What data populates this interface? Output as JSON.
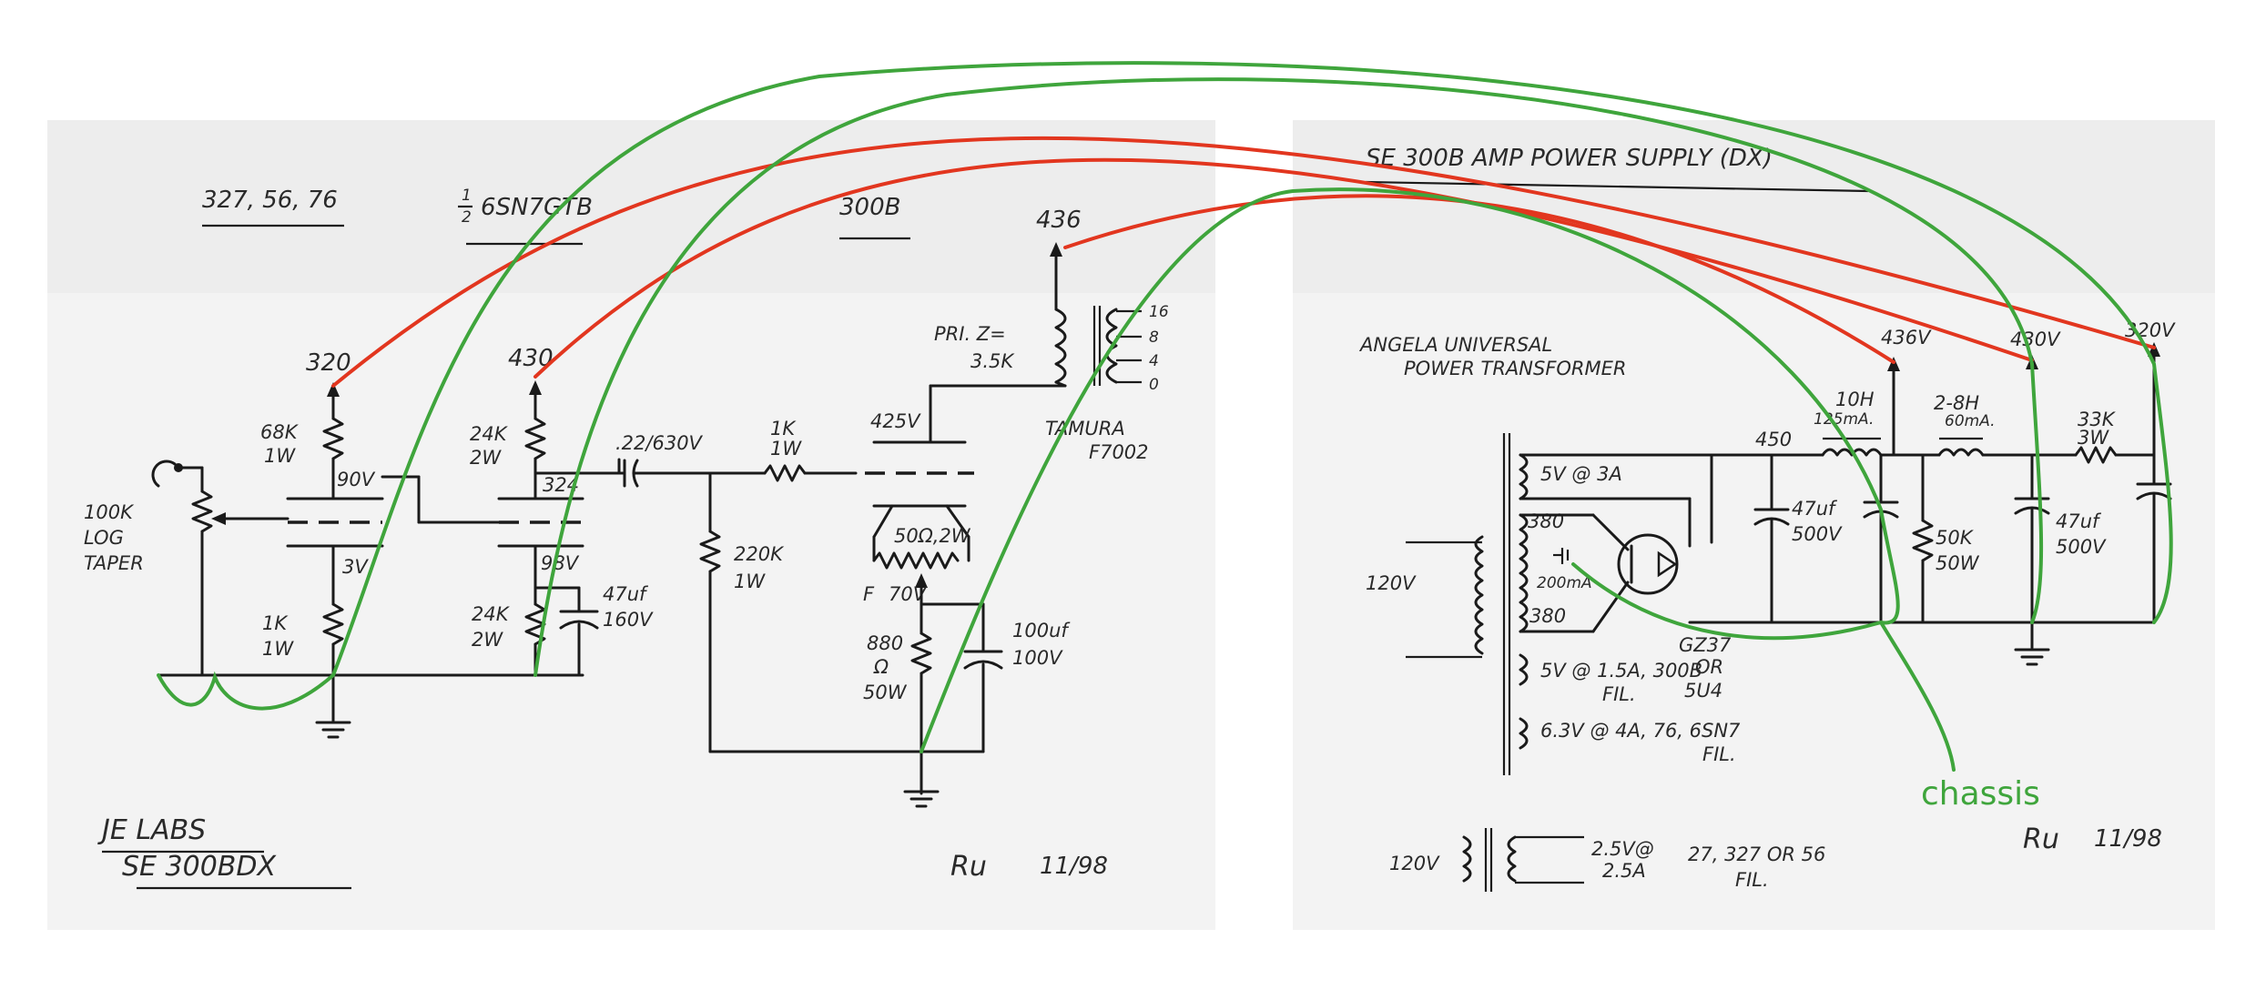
{
  "left_sheet": {
    "header_1": "327, 56, 76",
    "header_2_frac_num": "1",
    "header_2_frac_den": "2",
    "header_2": "6SN7GTB",
    "header_3": "300B",
    "node_320": "320",
    "node_430": "430",
    "node_436": "436",
    "r_68k": "68K",
    "r_68k_w": "1W",
    "v_90": "90V",
    "pot": "100K",
    "pot_2": "LOG",
    "pot_3": "TAPER",
    "v_3": "3V",
    "r_1k": "1K",
    "r_1k_w": "1W",
    "r_24k_a": "24K",
    "r_24k_a_w": "2W",
    "v_324": "324",
    "v_98": "98V",
    "r_24k_b": "24K",
    "r_24k_b_w": "2W",
    "c_47": "47uf",
    "c_47_v": "160V",
    "c_coupling": ".22/630V",
    "r_grid": "1K",
    "r_grid_w": "1W",
    "v_425": "425V",
    "pri": "PRI. Z=",
    "pri_2": "3.5K",
    "taps": [
      "16",
      "8",
      "4",
      "0"
    ],
    "xfmr": "TAMURA",
    "xfmr_2": "F7002",
    "r_220k": "220K",
    "r_220k_w": "1W",
    "hum_pot": "50Ω,2W",
    "fil": "F",
    "v_70": "70V",
    "r_880": "880",
    "r_880_unit": "Ω",
    "r_880_w": "50W",
    "c_100": "100uf",
    "c_100_v": "100V",
    "brand": "JE LABS",
    "model": "SE 300BDX",
    "signature": "Ru",
    "date": "11/98"
  },
  "right_sheet": {
    "title": "SE 300B AMP POWER SUPPLY (DX)",
    "xfmr_1": "ANGELA UNIVERSAL",
    "xfmr_2": "POWER TRANSFORMER",
    "mains": "120V",
    "mains_2": "120V",
    "w_5v": "5V @ 3A",
    "w_380a": "380",
    "w_200": "200mA",
    "w_380b": "380",
    "w_5v_fil": "5V @ 1.5A, 300B",
    "w_5v_fil_2": "FIL.",
    "w_63": "6.3V @ 4A, 76, 6SN7",
    "w_63_2": "FIL.",
    "rect": "GZ37",
    "rect_2": "OR",
    "rect_3": "5U4",
    "v_450": "450",
    "choke_1": "10H",
    "choke_1_b": "125mA.",
    "c_47a": "47uf",
    "c_47a_v": "500V",
    "r_50k": "50K",
    "r_50k_w": "50W",
    "choke_2": "2-8H",
    "choke_2_b": "60mA.",
    "r_33k": "33K",
    "r_33k_w": "3W",
    "c_47b": "47uf",
    "c_47b_v": "500V",
    "out_436": "436V",
    "out_430": "430V",
    "out_320": "320V",
    "fil_25": "2.5V@",
    "fil_25_b": "2.5A",
    "fil_27": "27, 327 OR 56",
    "fil_27_b": "FIL.",
    "signature": "Ru",
    "date": "11/98"
  },
  "overlay": {
    "chassis_label": "chassis",
    "colors": {
      "supply_link": "#e2361f",
      "ground_link": "#3fa53c"
    }
  }
}
